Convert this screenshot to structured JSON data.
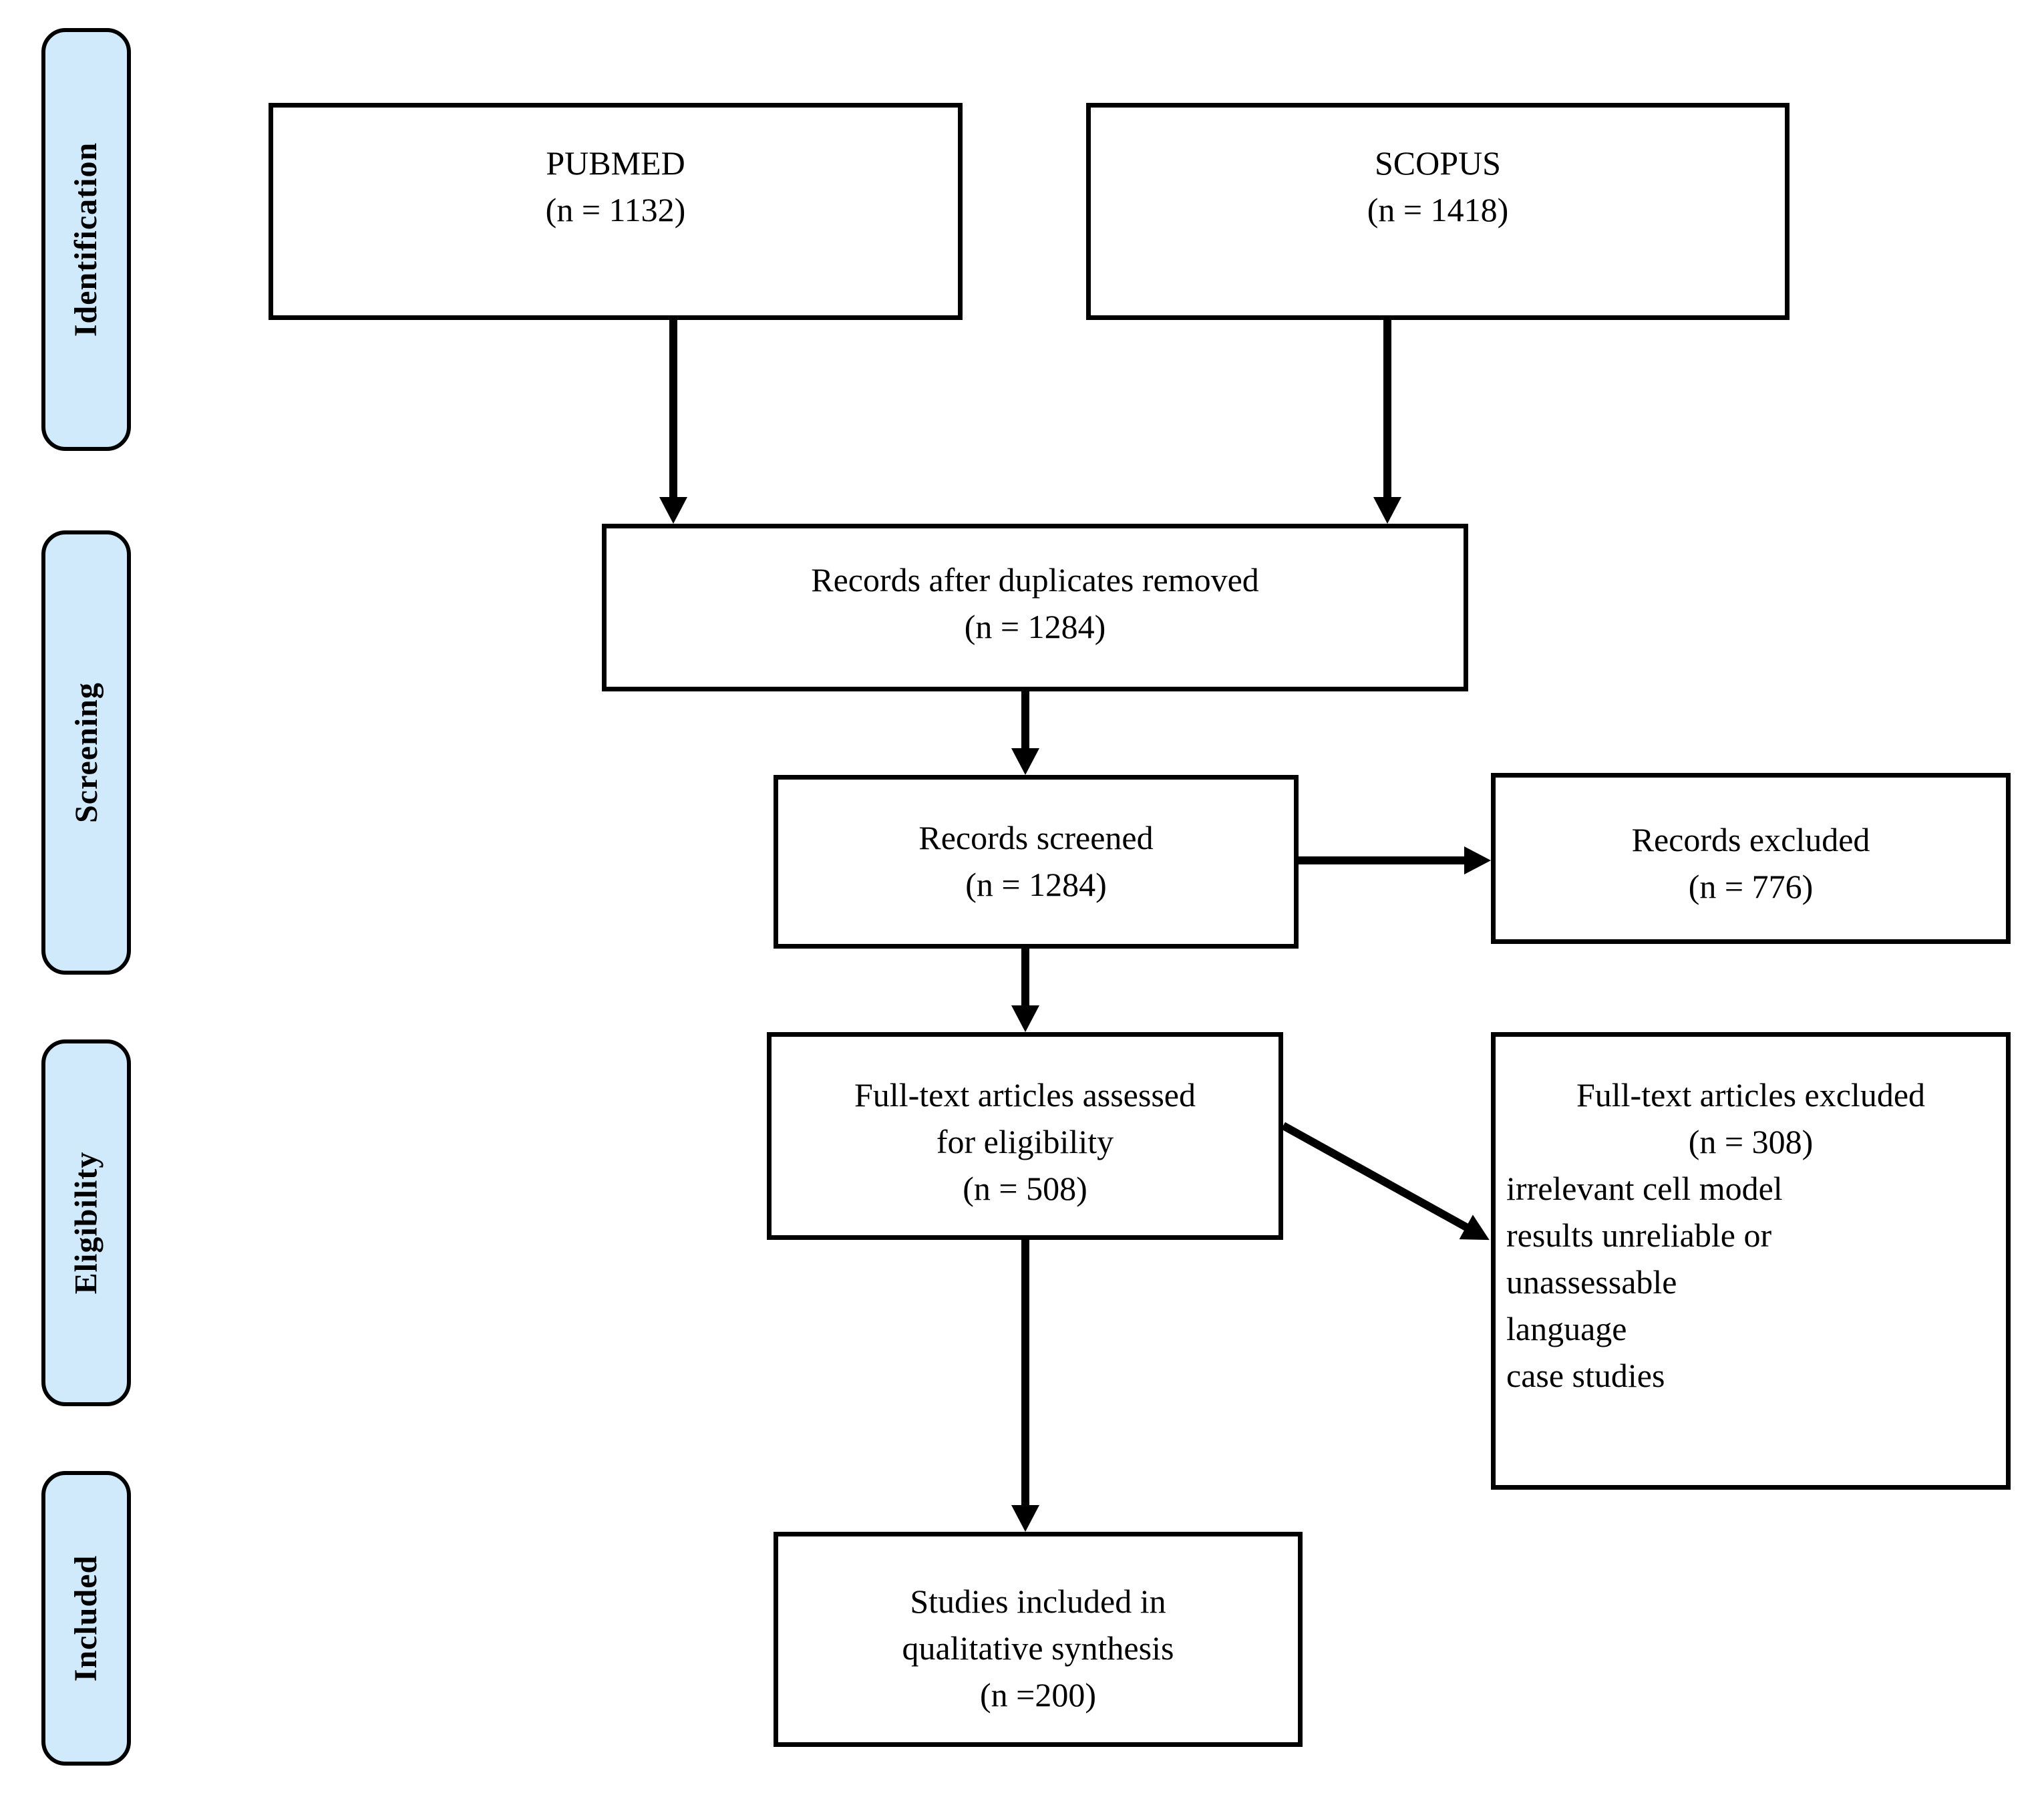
{
  "figure": {
    "type": "prisma-flow-diagram"
  },
  "stages": {
    "identification": "Identification",
    "screening": "Screening",
    "eligibility": "Eligibility",
    "included": "Included"
  },
  "boxes": {
    "pubmed": {
      "line1": "PUBMED",
      "line2": "(n = 1132)"
    },
    "scopus": {
      "line1": "SCOPUS",
      "line2": "(n = 1418)"
    },
    "duplicates": {
      "line1": "Records after duplicates removed",
      "line2": "(n = 1284)"
    },
    "screened": {
      "line1": "Records screened",
      "line2": "(n = 1284)"
    },
    "records_excluded": {
      "line1": "Records excluded",
      "line2": "(n = 776)"
    },
    "assessed": {
      "line1": "Full-text articles assessed",
      "line2": "for eligibility",
      "line3": "(n = 508)"
    },
    "fulltext_excluded": {
      "line1": "Full-text articles excluded",
      "line2": "(n = 308)",
      "reasons": [
        "irrelevant cell model",
        "results unreliable or",
        "unassessable",
        "language",
        "case studies"
      ]
    },
    "included_studies": {
      "line1": "Studies included in",
      "line2": "qualitative synthesis",
      "line3": "(n =200)"
    }
  },
  "colors": {
    "stage_fill": "#d0e9fb",
    "stage_border": "#000000",
    "box_border": "#000000",
    "arrow": "#000000",
    "text": "#000000",
    "background": "#ffffff"
  }
}
